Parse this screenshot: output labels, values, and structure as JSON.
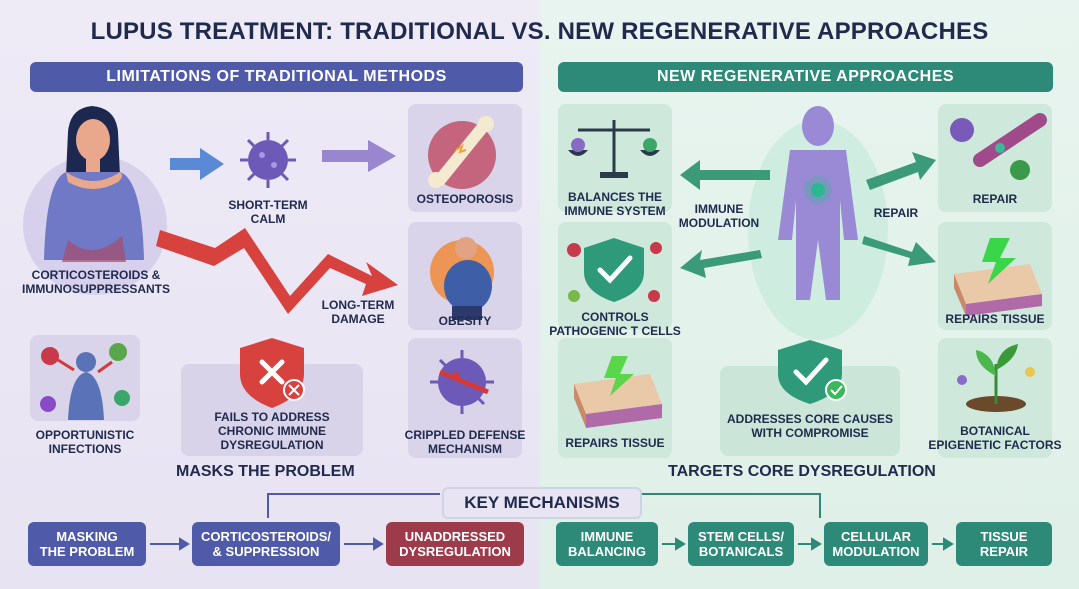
{
  "title": "LUPUS TREATMENT: TRADITIONAL VS. NEW REGENERATIVE APPROACHES",
  "left": {
    "banner": "LIMITATIONS OF TRADITIONAL METHODS",
    "patient_label_1": "CORTICOSTEROIDS &",
    "patient_label_2": "IMMUNOSUPPRESSANTS",
    "short_term_1": "SHORT-TERM",
    "short_term_2": "CALM",
    "osteoporosis": "OSTEOPOROSIS",
    "long_term_1": "LONG-TERM",
    "long_term_2": "DAMAGE",
    "obesity": "OBESITY",
    "infections_1": "OPPORTUNISTIC",
    "infections_2": "INFECTIONS",
    "fails_1": "FAILS TO ADDRESS",
    "fails_2": "CHRONIC IMMUNE",
    "fails_3": "DYSREGULATION",
    "crippled_1": "CRIPPLED DEFENSE",
    "crippled_2": "MECHANISM",
    "summary": "MASKS THE PROBLEM"
  },
  "right": {
    "banner": "NEW REGENERATIVE APPROACHES",
    "balances_1": "BALANCES THE",
    "balances_2": "IMMUNE SYSTEM",
    "immune_mod_1": "IMMUNE",
    "immune_mod_2": "MODULATION",
    "repair_arrow": "REPAIR",
    "repair": "REPAIR",
    "controls_1": "CONTROLS",
    "controls_2": "PATHOGENIC T CELLS",
    "repairs_tissue_right": "REPAIRS TISSUE",
    "repairs_tissue_left": "REPAIRS TISSUE",
    "addresses_1": "ADDRESSES CORE CAUSES",
    "addresses_2": "WITH COMPROMISE",
    "botanical_1": "BOTANICAL",
    "botanical_2": "EPIGENETIC FACTORS",
    "summary": "TARGETS CORE DYSREGULATION"
  },
  "key_mechanisms": "KEY MECHANISMS",
  "flow": {
    "masking_1": "MASKING",
    "masking_2": "THE PROBLEM",
    "cortico_1": "CORTICOSTEROIDS/",
    "cortico_2": "& SUPPRESSION",
    "unaddressed_1": "UNADDRESSED",
    "unaddressed_2": "DYSREGULATION",
    "immune_bal_1": "IMMUNE",
    "immune_bal_2": "BALANCING",
    "stem_1": "STEM CELLS/",
    "stem_2": "BOTANICALS",
    "cellular_1": "CELLULAR",
    "cellular_2": "MODULATION",
    "tissue_1": "TISSUE",
    "tissue_2": "REPAIR"
  }
}
